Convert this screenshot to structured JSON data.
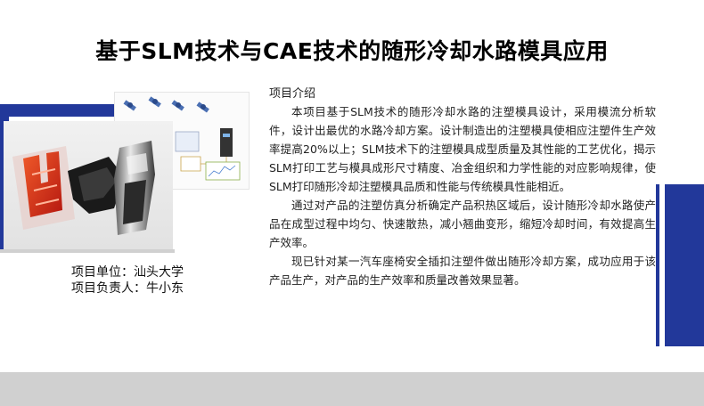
{
  "slide": {
    "title": "基于SLM技术与CAE技术的随形冷却水路模具应用",
    "project_unit_label": "项目单位：汕头大学",
    "project_leader_label": "项目负责人：牛小东",
    "section_heading": "项目介绍",
    "paragraphs": [
      "本项目基于SLM技术的随形冷却水路的注塑模具设计，采用模流分析软件，设计出最优的水路冷却方案。设计制造出的注塑模具使相应注塑件生产效率提高20%以上；SLM技术下的注塑模具成型质量及其性能的工艺优化，揭示SLM打印工艺与模具成形尺寸精度、冶金组织和力学性能的对应影响规律，使SLM打印随形冷却注塑模具品质和性能与传统模具性能相近。",
      "通过对产品的注塑仿真分析确定产品积热区域后，设计随形冷却水路使产品在成型过程中均匀、快速散热，减小翘曲变形，缩短冷却时间，有效提高生产效率。",
      "现已针对某一汽车座椅安全插扣注塑件做出随形冷却方案，成功应用于该产品生产，对产品的生产效率和质量改善效果显著。"
    ]
  },
  "colors": {
    "accent_blue": "#22389a",
    "band_gray": "#d0d0d0"
  }
}
